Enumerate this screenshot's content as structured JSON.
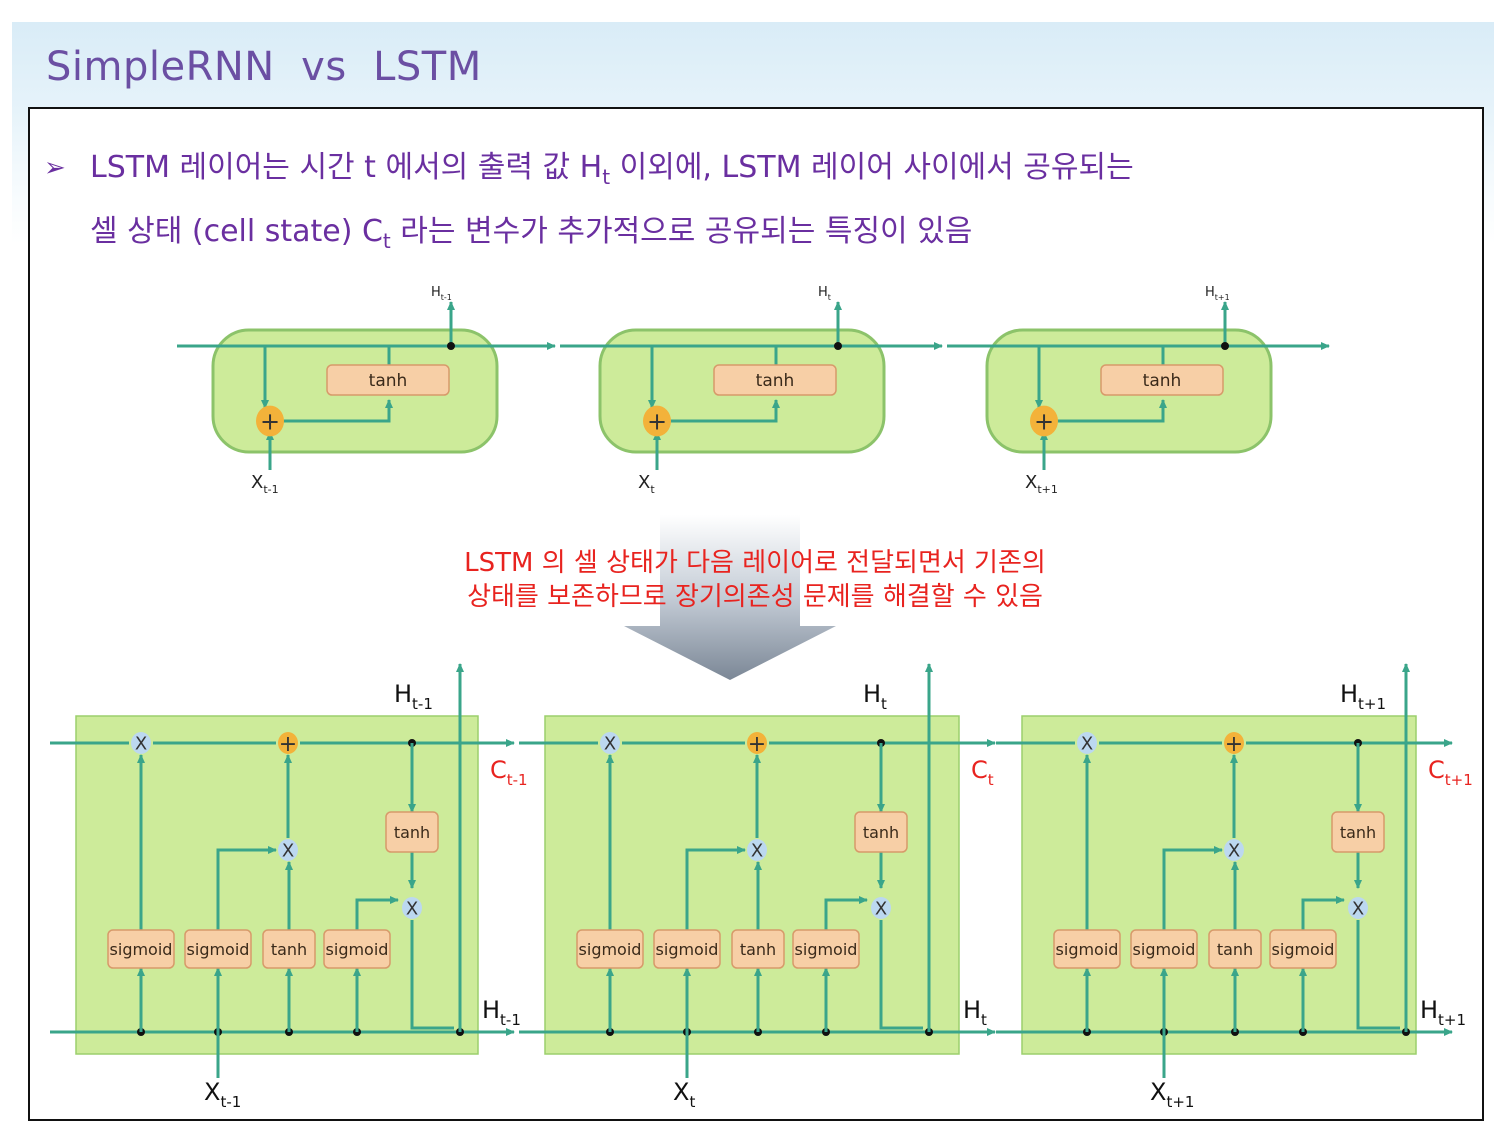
{
  "title": "SimpleRNN  vs  LSTM",
  "bullet": {
    "arrow": "➢",
    "line1_pre": "LSTM 레이어는 시간 t 에서의 출력 값 H",
    "line1_sub": "t",
    "line1_post": " 이외에, LSTM 레이어 사이에서 공유되는",
    "line2_pre": "셀 상태 (cell state) C",
    "line2_sub": "t",
    "line2_post": " 라는 변수가 추가적으로 공유되는 특징이 있음"
  },
  "callout": {
    "line1": "LSTM 의 셀 상태가 다음 레이어로 전달되면서 기존의",
    "line2": "상태를 보존하므로 장기의존성 문제를 해결할 수 있음"
  },
  "rnn": {
    "cells": [
      {
        "h_base": "H",
        "h_sub": "t-1",
        "x_base": "X",
        "x_sub": "t-1"
      },
      {
        "h_base": "H",
        "h_sub": "t",
        "x_base": "X",
        "x_sub": "t"
      },
      {
        "h_base": "H",
        "h_sub": "t+1",
        "x_base": "X",
        "x_sub": "t+1"
      }
    ],
    "tanh_label": "tanh",
    "plus_label": "+"
  },
  "lstm": {
    "cells": [
      {
        "h_base": "H",
        "h_sub": "t-1",
        "c_base": "C",
        "c_sub": "t-1",
        "x_base": "X",
        "x_sub": "t-1"
      },
      {
        "h_base": "H",
        "h_sub": "t",
        "c_base": "C",
        "c_sub": "t",
        "x_base": "X",
        "x_sub": "t"
      },
      {
        "h_base": "H",
        "h_sub": "t+1",
        "c_base": "C",
        "c_sub": "t+1",
        "x_base": "X",
        "x_sub": "t+1"
      }
    ],
    "gate_labels": [
      "sigmoid",
      "sigmoid",
      "tanh",
      "sigmoid"
    ],
    "tanh_label": "tanh",
    "mult_label": "X",
    "plus_label": "+"
  },
  "colors": {
    "title": "#6b4fa3",
    "bullet": "#6a2fa0",
    "callout": "#e8231f",
    "line": "#3aa58a",
    "cell_fill": "#cdeb9a",
    "cell_stroke": "#8cc36a",
    "box_fill": "#f7cfa6",
    "box_stroke": "#d79a6a",
    "plus": "#f3b23a",
    "mult": "#bcd8f0",
    "c_label": "#e8231f"
  }
}
